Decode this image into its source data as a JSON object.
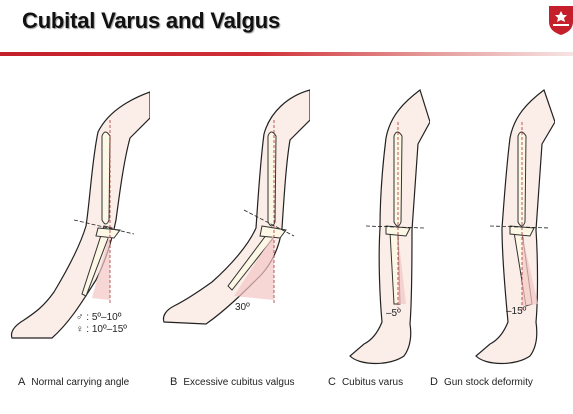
{
  "slide": {
    "title": "Cubital Varus and Valgus"
  },
  "panels": [
    {
      "letter": "A",
      "caption": "Normal carrying angle",
      "annotations": [
        "♂ : 5º–10º",
        "♀ : 10º–15º"
      ]
    },
    {
      "letter": "B",
      "caption": "Excessive cubitus valgus",
      "annotations": [
        "30º"
      ]
    },
    {
      "letter": "C",
      "caption": "Cubitus varus",
      "annotations": [
        "–5º"
      ]
    },
    {
      "letter": "D",
      "caption": "Gun stock deformity",
      "annotations": [
        "–15º"
      ]
    }
  ],
  "colors": {
    "accent": "#c41f2b",
    "skin": "#fbeee8",
    "bone": "#fdf7e6",
    "ink": "#222222",
    "angle_fill": "#f2c6c4"
  },
  "icons": [
    "university-crest-icon",
    "male-symbol-icon",
    "female-symbol-icon"
  ]
}
